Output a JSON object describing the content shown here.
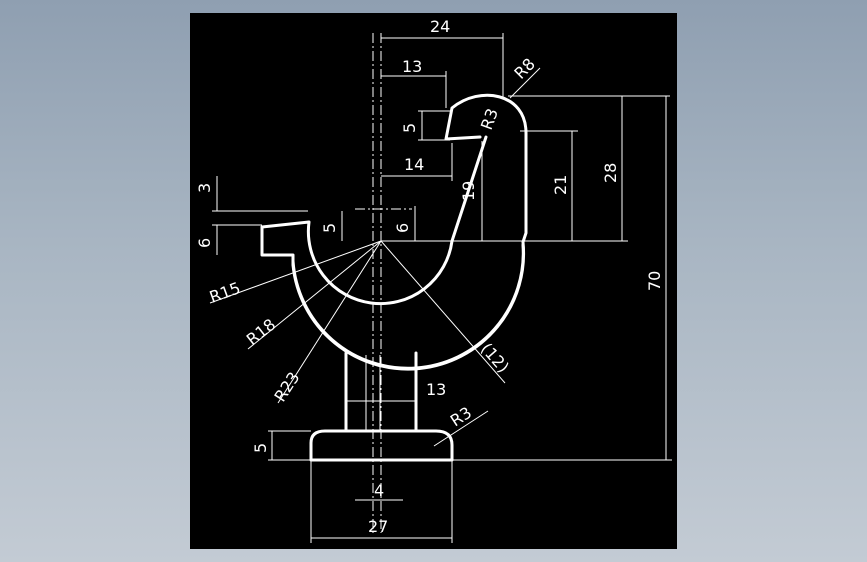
{
  "drawing": {
    "background": "#000000",
    "line_color": "#ffffff",
    "dimensions": {
      "d24": "24",
      "d13_top": "13",
      "r8": "R8",
      "d5_notch": "5",
      "r3_top": "R3",
      "d14": "14",
      "d19": "19",
      "d21": "21",
      "d28": "28",
      "d3": "3",
      "d6_left": "6",
      "d5_center": "5",
      "d6_center": "6",
      "r15": "R15",
      "r18": "R18",
      "r23": "R23",
      "r12": "(12)",
      "d13_stem": "13",
      "r3_base": "R3",
      "d70": "70",
      "d5_base": "5",
      "d4": "4",
      "d27": "27"
    }
  }
}
